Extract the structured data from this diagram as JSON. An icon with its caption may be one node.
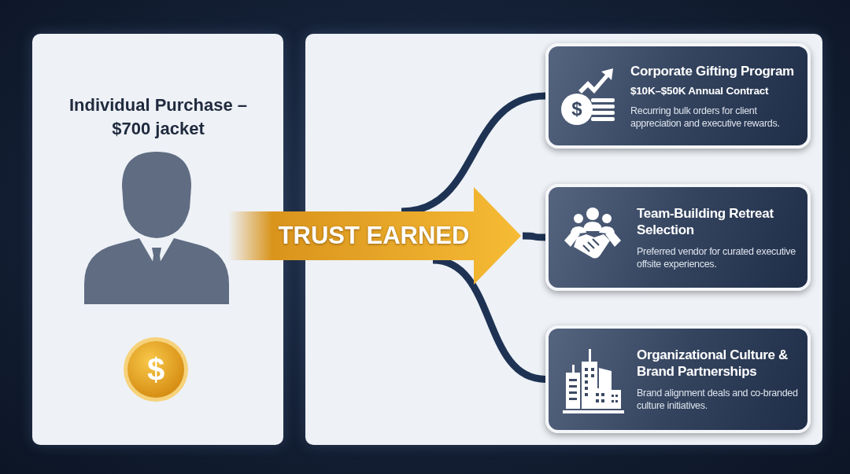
{
  "diagram": {
    "nodes": [
      {
        "text": [
          "Individual Purchase – $700 jacket"
        ]
      },
      {
        "text": [
          "TRUST EARNED"
        ]
      },
      {
        "text": [],
        "shape": "box"
      },
      {
        "text": [
          "Corporate Gifting Program",
          "$10K–$50K Annual Contract",
          "Recurring bulk orders for client appreciation and executive rewards."
        ],
        "in": 2
      },
      {
        "text": [
          "Team-Building Retreat Selection",
          "Preferred vendor for curated executive offsite experiences."
        ],
        "in": 2
      },
      {
        "text": [
          "Organizational Culture & Brand Partnerships",
          "Brand alignment deals and co-branded culture initiatives."
        ],
        "in": 2
      }
    ],
    "edges": [
      {
        "from": 1,
        "to": 3,
        "arrow": "none"
      },
      {
        "from": 1,
        "to": 4,
        "arrow": "none"
      },
      {
        "from": 1,
        "to": 5,
        "arrow": "none"
      }
    ],
    "labels": [
      "$",
      "$"
    ]
  }
}
